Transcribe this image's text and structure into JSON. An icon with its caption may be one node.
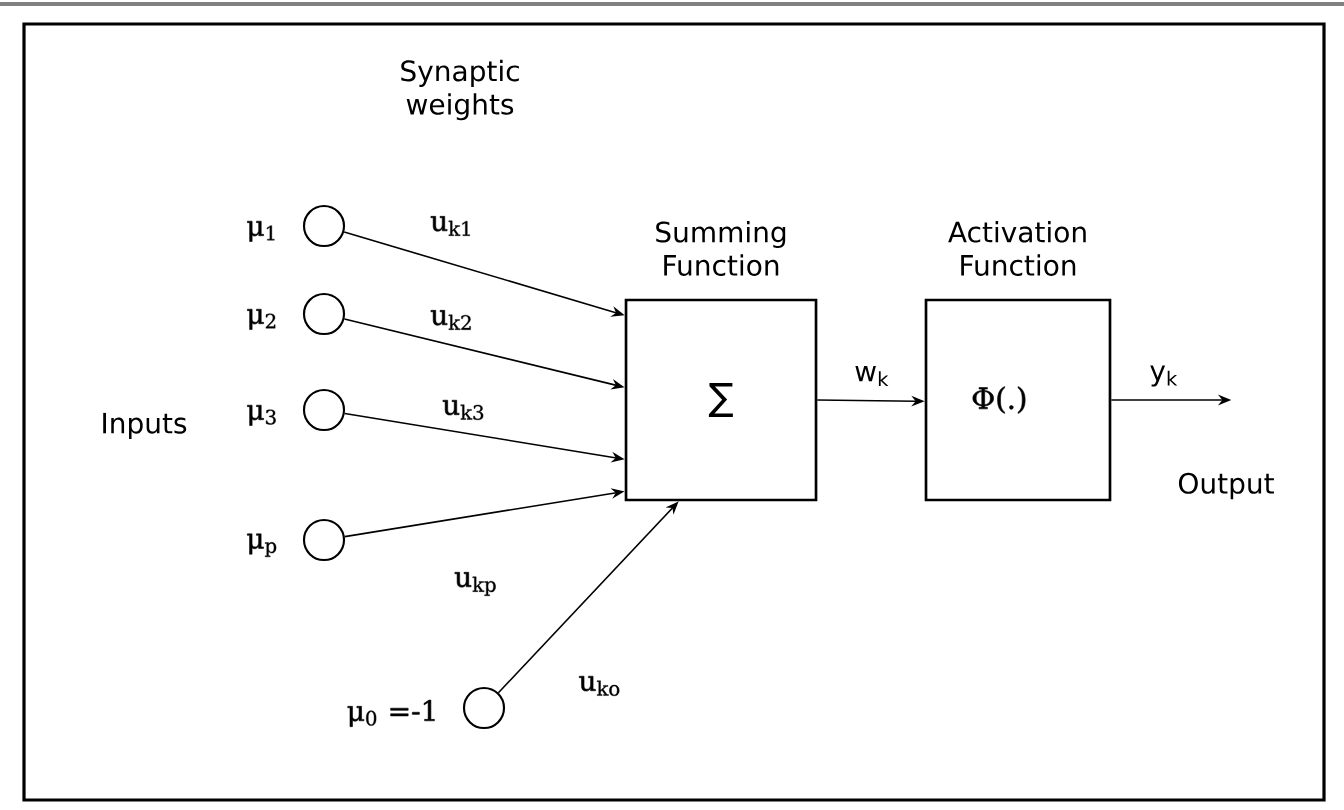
{
  "diagram": {
    "nodes": [
      {
        "text": [
          "μ$_{1}$"
        ]
      },
      {
        "text": [
          "μ$_{2}$"
        ]
      },
      {
        "text": [
          "μ$_{3}$"
        ]
      },
      {
        "text": [
          "μ$_{p}$"
        ]
      },
      {
        "text": [
          "μ$_{0}$ =-1"
        ]
      },
      {
        "text": [
          "Summing Function",
          "∑"
        ]
      },
      {
        "text": [
          "Activation Function",
          "Φ(.)"
        ]
      }
    ],
    "edges": [
      {
        "from": 0,
        "to": 5,
        "arrow": "to",
        "label": "u$_{k1}$"
      },
      {
        "from": 1,
        "to": 5,
        "arrow": "to",
        "label": "u$_{k2}$"
      },
      {
        "from": 2,
        "to": 5,
        "arrow": "to",
        "label": "u$_{k3}$"
      },
      {
        "from": 3,
        "to": 5,
        "arrow": "to",
        "label": "u$_{kp}$"
      },
      {
        "from": 4,
        "to": 5,
        "arrow": "to",
        "label": "u$_{ko}$"
      },
      {
        "from": 5,
        "to": 6,
        "arrow": "to",
        "label": "w$_{k}$"
      },
      {
        "from": 6,
        "to": null,
        "arrow": "to",
        "label": "y$_{k}$"
      }
    ],
    "labels": [
      "Synaptic weights",
      "Inputs",
      "Output"
    ]
  }
}
